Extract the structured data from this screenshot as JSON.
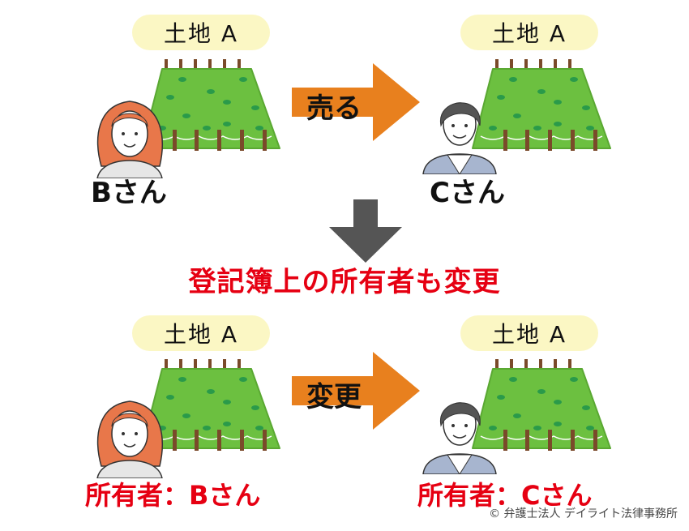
{
  "colors": {
    "label_bg": "#fbf7c4",
    "field_green": "#6cc040",
    "field_dark": "#4a9a2a",
    "post_brown": "#7a4a2a",
    "arrow_orange": "#e8801e",
    "arrow_gray": "#555555",
    "red_text": "#e60012",
    "hair_orange": "#e8774a",
    "jacket_blue": "#a7b5cf"
  },
  "top": {
    "left": {
      "land_label": "土地 A",
      "person_name": "Bさん"
    },
    "arrow_label": "売る",
    "right": {
      "land_label": "土地 A",
      "person_name": "Cさん"
    }
  },
  "middle": {
    "caption": "登記簿上の所有者も変更"
  },
  "bottom": {
    "left": {
      "land_label": "土地 A",
      "owner_label": "所有者：Bさん"
    },
    "arrow_label": "変更",
    "right": {
      "land_label": "土地 A",
      "owner_label": "所有者：Cさん"
    }
  },
  "footer": {
    "copyright": "© 弁護士法人 デイライト法律事務所"
  }
}
